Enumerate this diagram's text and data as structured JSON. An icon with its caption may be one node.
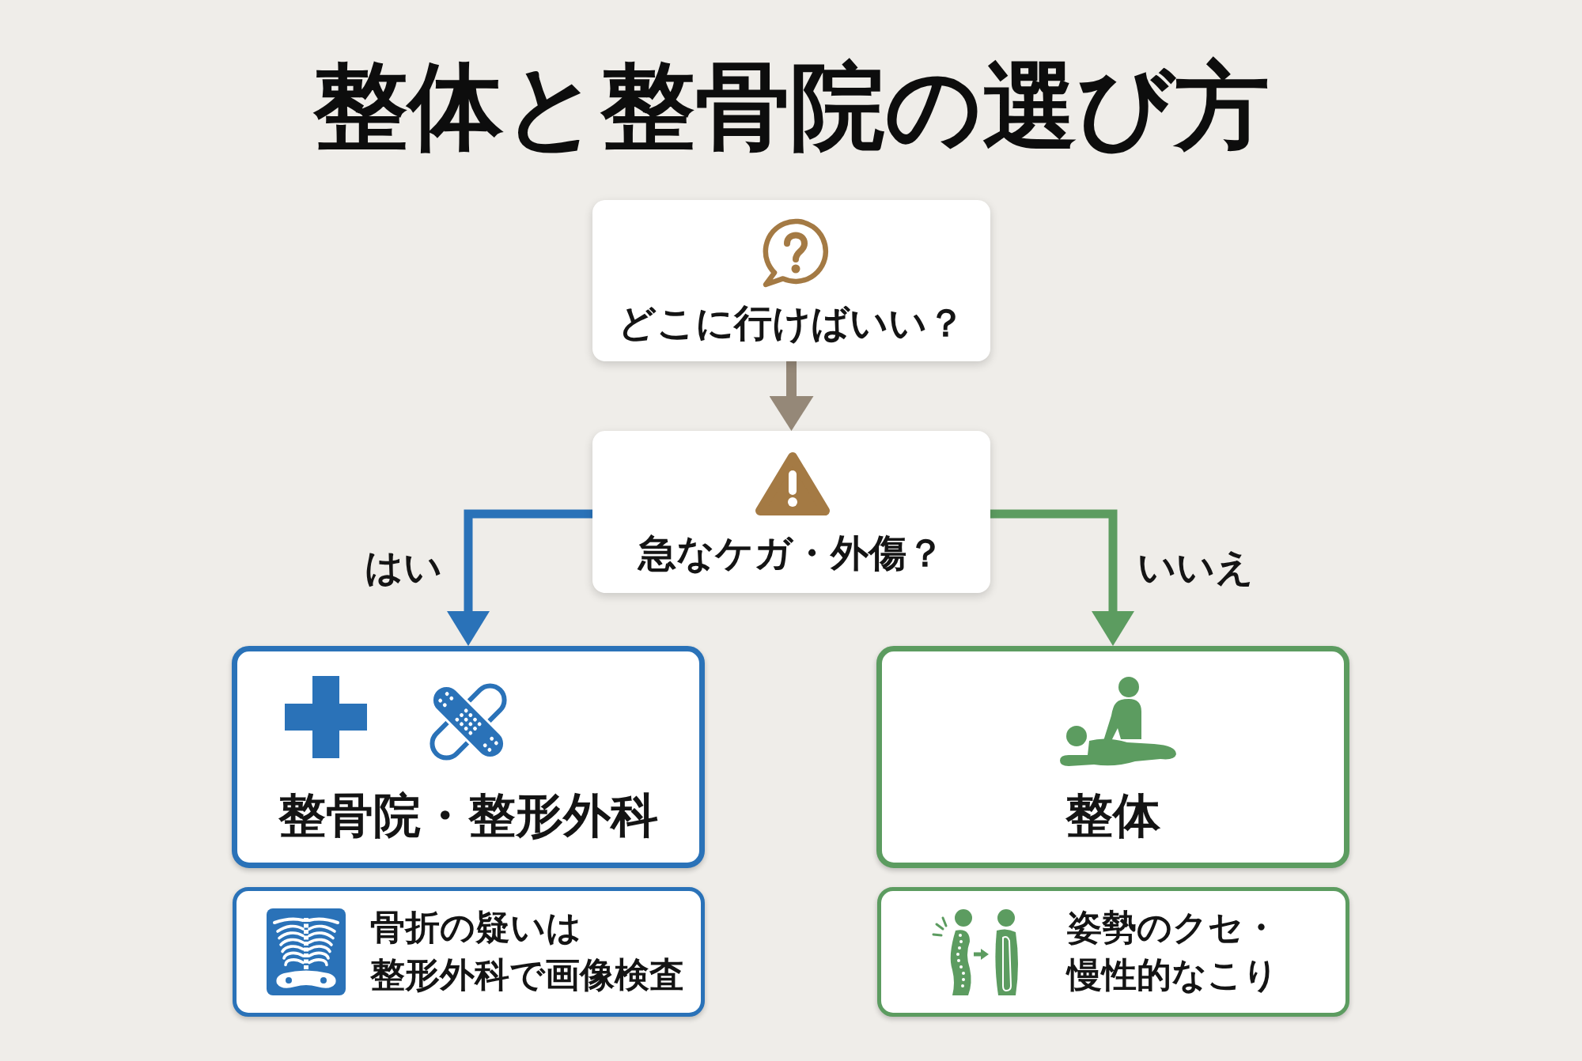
{
  "diagram": {
    "title": "整体と整骨院の選び方",
    "nodes": [
      {
        "text": [
          "どこに行けばいい？"
        ]
      },
      {
        "text": [
          "急なケガ・外傷？"
        ]
      },
      {
        "text": [
          "整骨院・整形外科"
        ]
      },
      {
        "text": [
          "整体"
        ]
      },
      {
        "text": [
          "骨折の疑いは整形外科で画像検査"
        ]
      },
      {
        "text": [
          "姿勢のクセ・慢性的なこり"
        ]
      }
    ],
    "edges": [
      {
        "from": 0,
        "to": 1,
        "arrow": "to",
        "color": "#958878"
      },
      {
        "from": 1,
        "to": 2,
        "arrow": "to",
        "label": "はい",
        "color": "#2a72b8"
      },
      {
        "from": 1,
        "to": 3,
        "arrow": "to",
        "label": "いいえ",
        "color": "#5c9c60"
      }
    ]
  }
}
